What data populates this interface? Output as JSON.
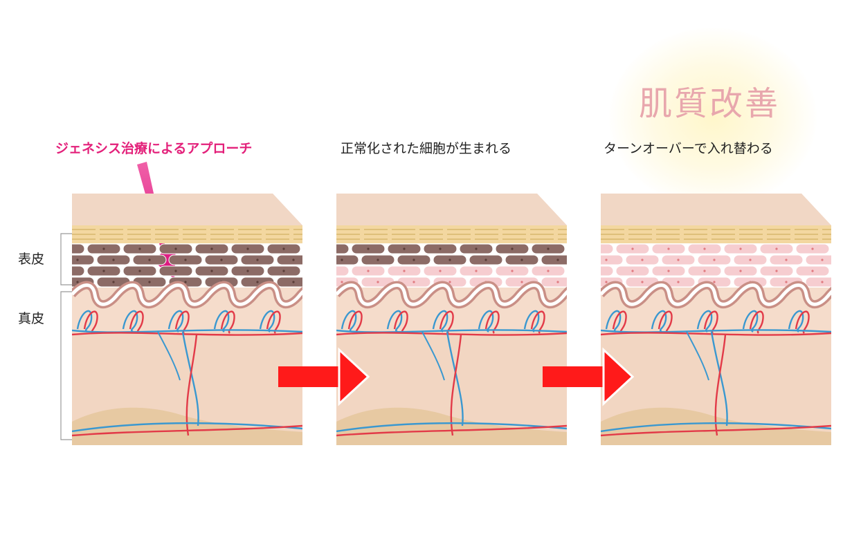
{
  "headline": "肌質改善",
  "captions": [
    "ジェネシス治療によるアプローチ",
    "正常化された細胞が生まれる",
    "ターンオーバーで入れ替わる"
  ],
  "side_labels": {
    "epidermis": "表皮",
    "dermis": "真皮"
  },
  "colors": {
    "accent_pink": "#e3207a",
    "headline_pink": "#e8a7ad",
    "arrow_red": "#ff1a1a",
    "artery_red": "#e23a48",
    "vein_blue": "#3a98d0",
    "old_cell": "#8c6b66",
    "new_cell": "#f6cdd0",
    "skin": "#f5dccb"
  },
  "panels": [
    {
      "id": "before",
      "old_cell_rows": [
        1,
        2,
        3,
        4
      ]
    },
    {
      "id": "middle",
      "old_cell_rows": [
        1,
        2
      ]
    },
    {
      "id": "after",
      "old_cell_rows": []
    }
  ]
}
